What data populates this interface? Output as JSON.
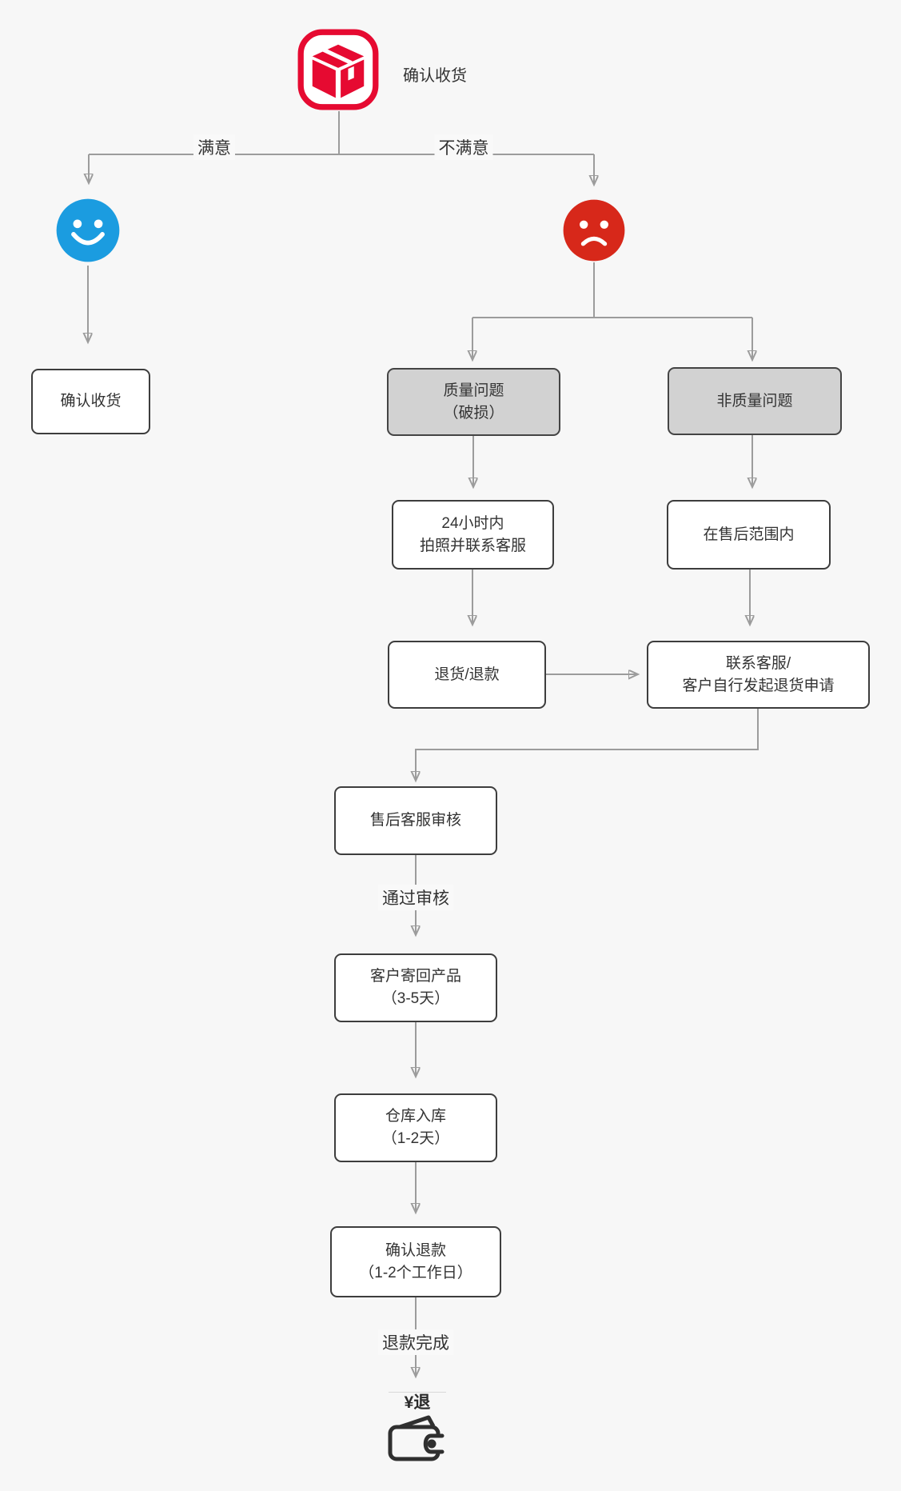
{
  "flow": {
    "start_label": "确认收货",
    "edge_labels": {
      "satisfied": "满意",
      "unsatisfied": "不满意",
      "review_passed": "通过审核",
      "refund_complete": "退款完成"
    },
    "wallet_label": "¥退",
    "nodes": {
      "confirm_receipt": {
        "line1": "确认收货"
      },
      "quality_issue": {
        "line1": "质量问题",
        "line2": "（破损）"
      },
      "non_quality_issue": {
        "line1": "非质量问题"
      },
      "photo_within_24h": {
        "line1": "24小时内",
        "line2": "拍照并联系客服"
      },
      "within_aftersales_scope": {
        "line1": "在售后范围内"
      },
      "return_refund": {
        "line1": "退货/退款"
      },
      "contact_cs_or_self_apply": {
        "line1": "联系客服/",
        "line2": "客户自行发起退货申请"
      },
      "aftersales_cs_review": {
        "line1": "售后客服审核"
      },
      "customer_sends_back": {
        "line1": "客户寄回产品",
        "line2": "（3-5天）"
      },
      "warehouse_inbound": {
        "line1": "仓库入库",
        "line2": "（1-2天）"
      },
      "confirm_refund": {
        "line1": "确认退款",
        "line2": "（1-2个工作日）"
      }
    },
    "icons": {
      "package": "package-box",
      "satisfied_face": "happy-face",
      "unsatisfied_face": "sad-face",
      "wallet": "refund-wallet"
    },
    "colors": {
      "background": "#f7f7f7",
      "connector": "#9c9c9c",
      "arrowhead": "#8d8d8d",
      "node_border": "#3d3d3d",
      "node_fill_white": "#ffffff",
      "node_fill_gray": "#d2d2d2",
      "package_red": "#e60a31",
      "happy_blue": "#1b9ce0",
      "sad_red": "#d7281a",
      "icon_dark": "#2f2f2f",
      "text": "#333333"
    }
  }
}
